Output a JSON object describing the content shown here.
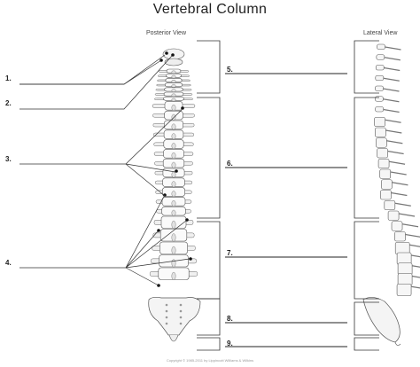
{
  "title": "Vertebral Column",
  "views": {
    "posterior": "Posterior View",
    "lateral": "Lateral View"
  },
  "labels": [
    "1.",
    "2.",
    "3.",
    "4.",
    "5.",
    "6.",
    "7.",
    "8.",
    "9."
  ],
  "copyright": "Copyright © 1985-2011 by Lippincott Williams & Wilkins"
}
